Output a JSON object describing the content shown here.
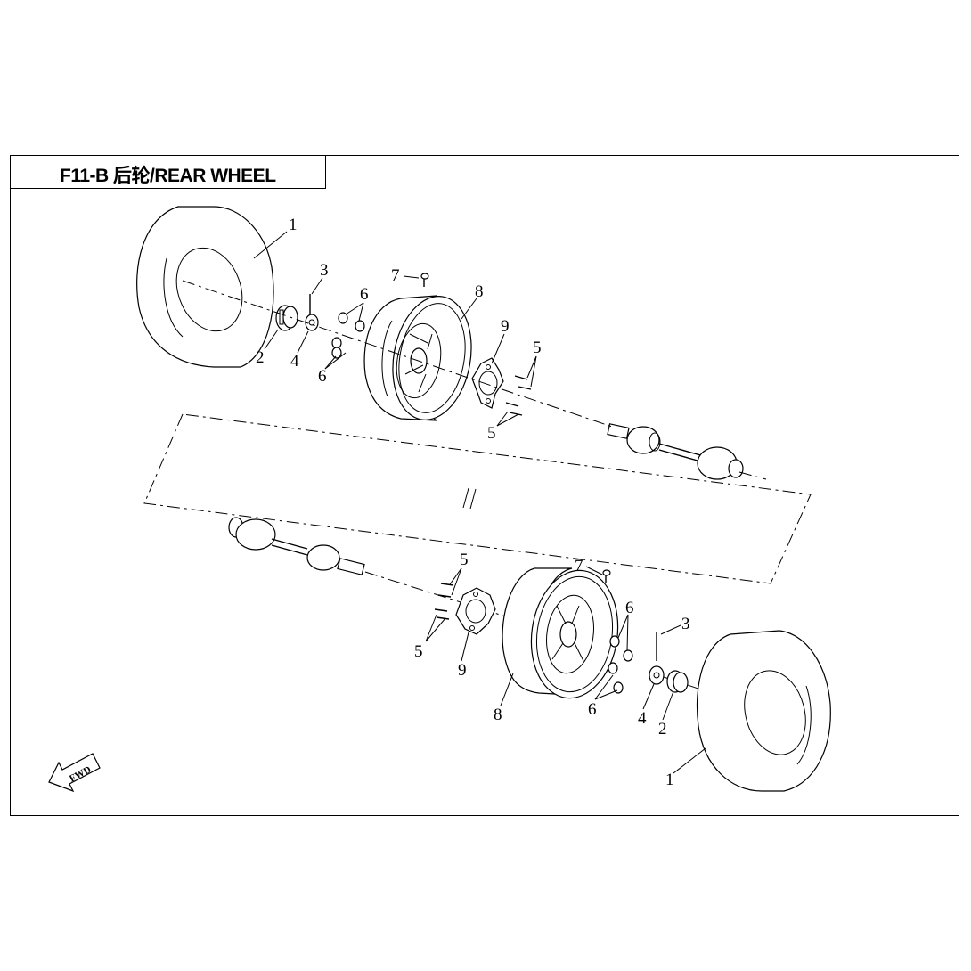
{
  "title": "F11-B 后轮/REAR WHEEL",
  "callouts": {
    "upper": {
      "tire": "1",
      "hub_nut_cap": "2",
      "cotter_pin": "3",
      "castle_nut": "4",
      "bolts_top": "5",
      "bolts_bottom": "5",
      "nuts_top": "6",
      "nuts_bottom": "6",
      "valve": "7",
      "rim": "8",
      "hub": "9"
    },
    "lower": {
      "tire": "1",
      "hub_nut_cap": "2",
      "cotter_pin": "3",
      "castle_nut": "4",
      "bolts_top": "5",
      "bolts_bottom": "5",
      "nuts_top": "6",
      "nuts_bottom": "6",
      "valve": "7",
      "rim": "8",
      "hub": "9"
    }
  },
  "direction_arrow": "FWD"
}
